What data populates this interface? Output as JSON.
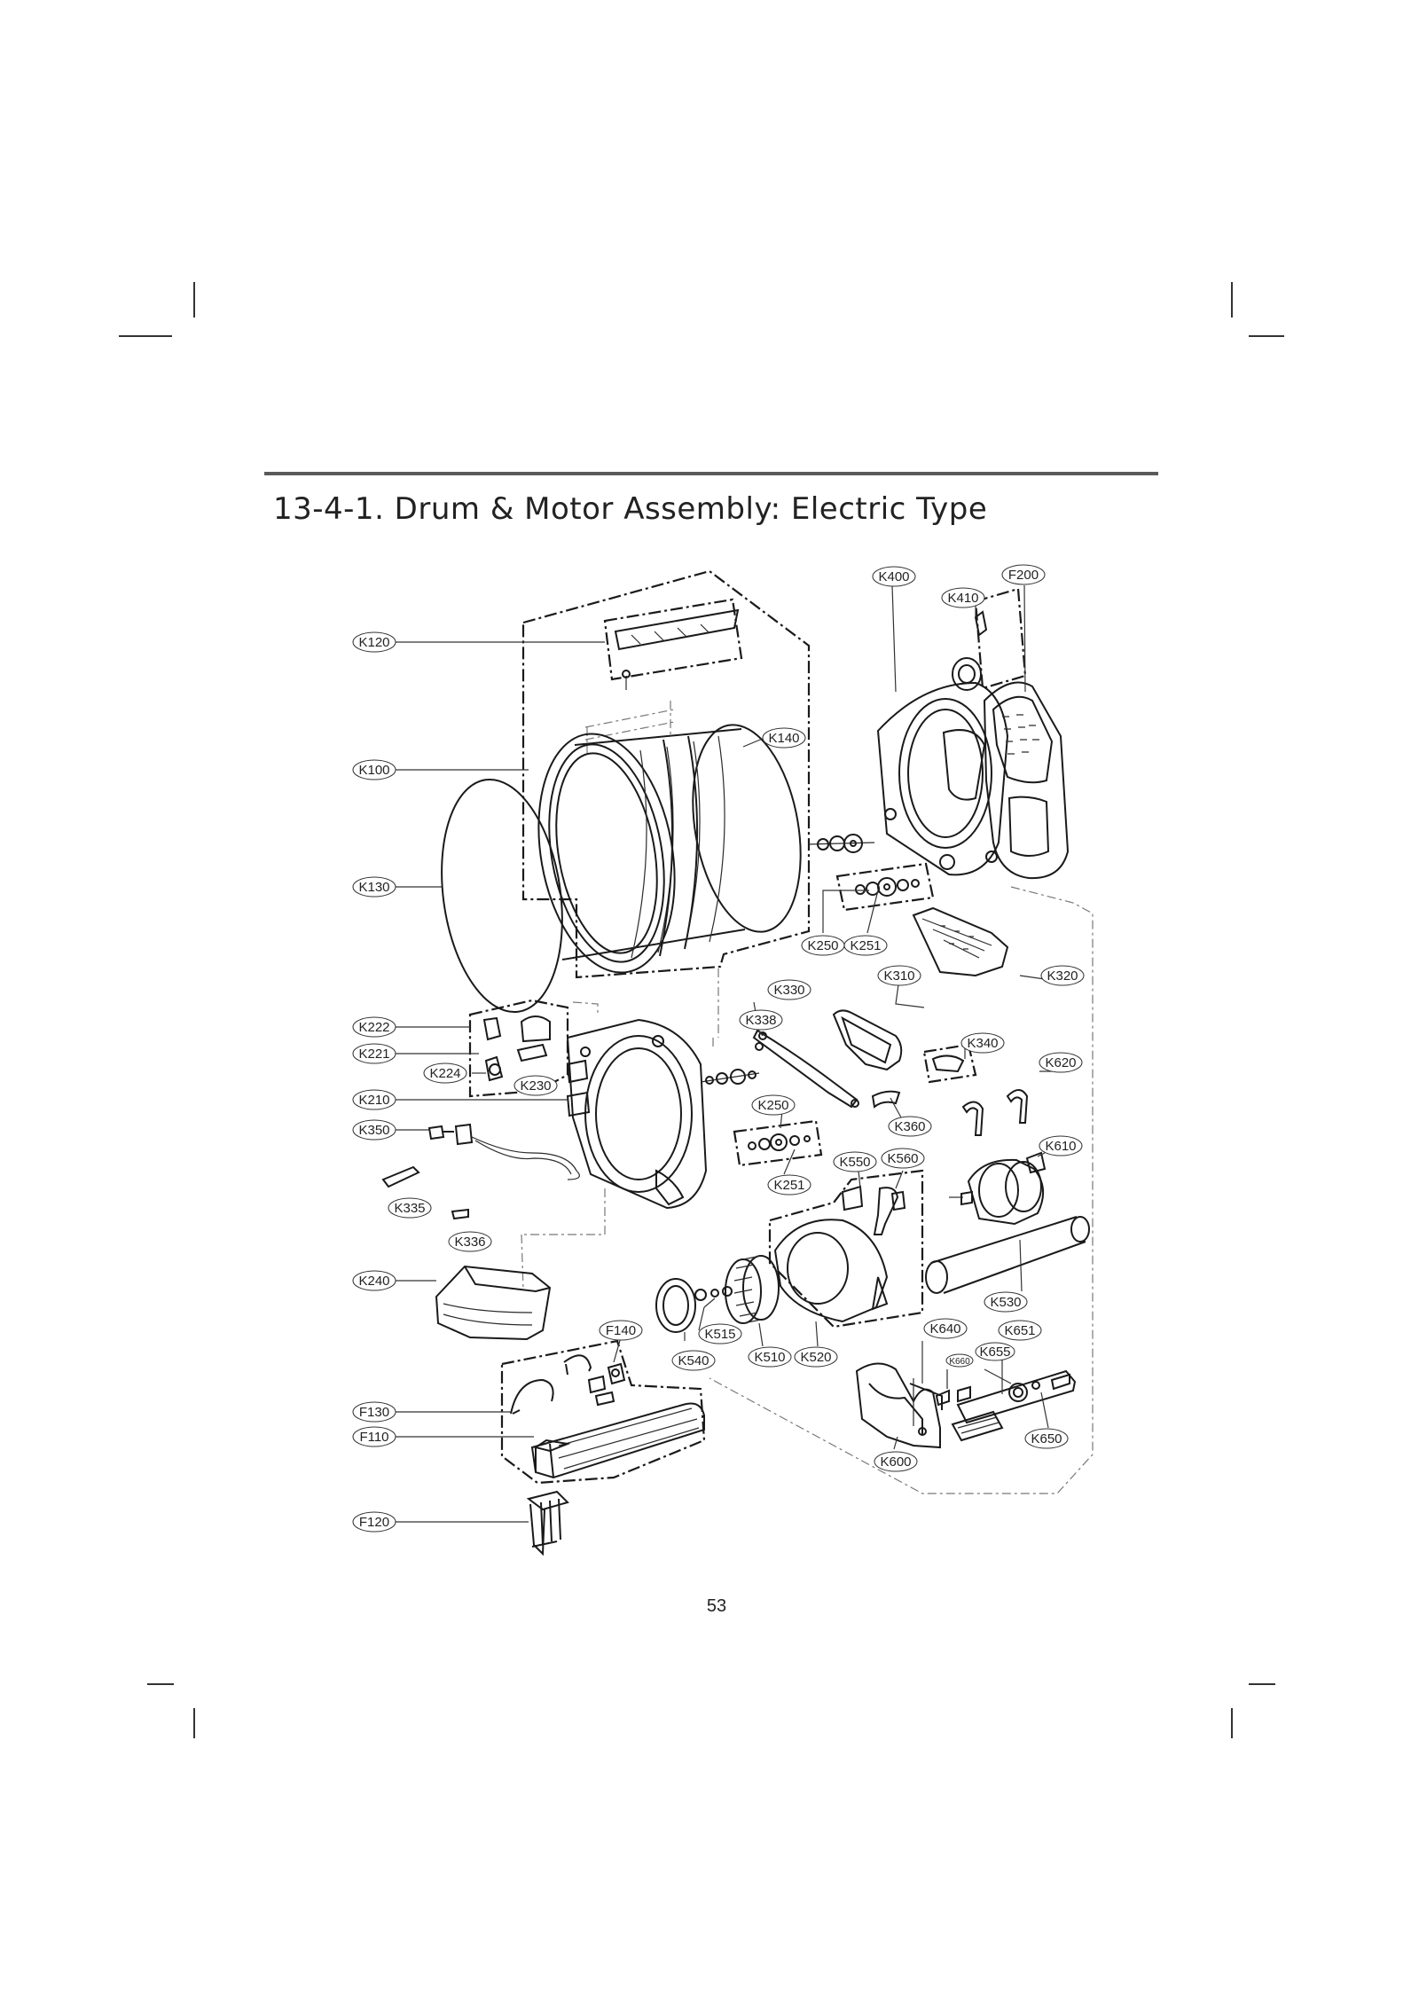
{
  "title": "13-4-1. Drum & Motor Assembly: Electric Type",
  "page_number": "53",
  "parts": {
    "K100": "K100",
    "K120": "K120",
    "K130": "K130",
    "K140": "K140",
    "K210": "K210",
    "K221": "K221",
    "K222": "K222",
    "K224": "K224",
    "K230": "K230",
    "K240": "K240",
    "K250a": "K250",
    "K250b": "K250",
    "K251a": "K251",
    "K251b": "K251",
    "K310": "K310",
    "K320": "K320",
    "K330": "K330",
    "K335": "K335",
    "K336": "K336",
    "K338": "K338",
    "K340": "K340",
    "K350": "K350",
    "K360": "K360",
    "K400": "K400",
    "K410": "K410",
    "F200": "F200",
    "K510": "K510",
    "K515": "K515",
    "K520": "K520",
    "K530": "K530",
    "K540": "K540",
    "K550": "K550",
    "K560": "K560",
    "K600": "K600",
    "K610": "K610",
    "K620": "K620",
    "K640": "K640",
    "K650": "K650",
    "K651": "K651",
    "K655": "K655",
    "K660": "K660",
    "F110": "F110",
    "F120": "F120",
    "F130": "F130",
    "F140": "F140"
  }
}
